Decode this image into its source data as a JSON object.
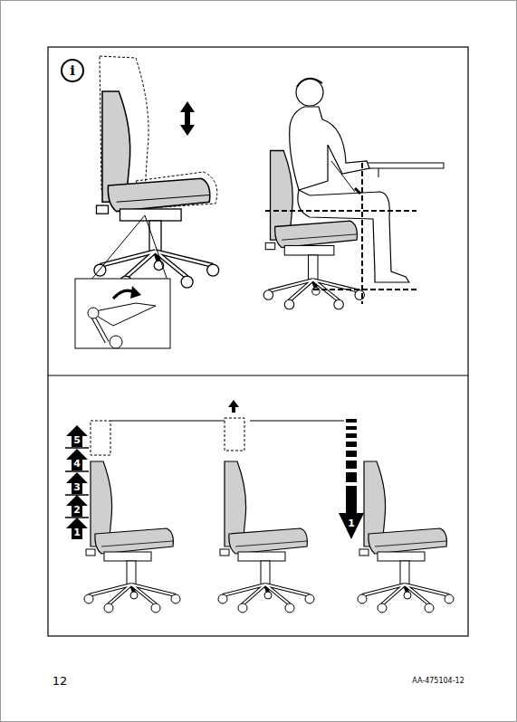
{
  "diagram": {
    "labels": [
      "i",
      "5",
      "4",
      "3",
      "2",
      "1",
      "1",
      "12",
      "AA-475104-12"
    ]
  }
}
